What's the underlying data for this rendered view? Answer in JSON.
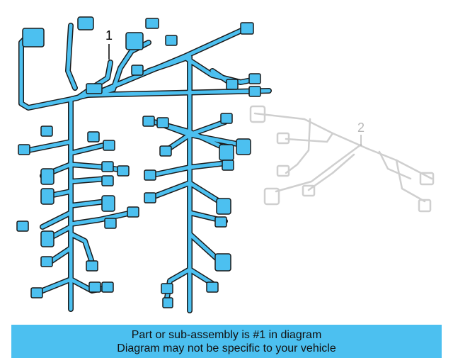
{
  "callouts": {
    "main": "1",
    "secondary": "2"
  },
  "banner": {
    "line1": "Part or sub-assembly is #1 in diagram",
    "line2": "Diagram may not be specific to your vehicle"
  },
  "colors": {
    "highlight": "#4cc0f0",
    "outline": "#1a1a1a",
    "ghost": "#cfcfcf",
    "banner_bg": "#4cc0f0"
  }
}
